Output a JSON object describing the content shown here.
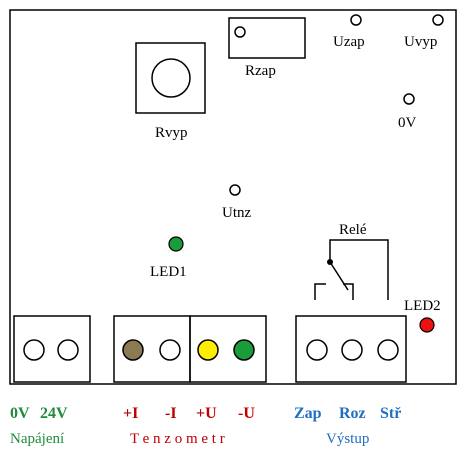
{
  "labels": {
    "rzap": "Rzap",
    "uzap": "Uzap",
    "uvyp": "Uvyp",
    "rvyp": "Rvyp",
    "zero_v": "0V",
    "utnz": "Utnz",
    "led1": "LED1",
    "rele": "Relé",
    "led2": "LED2"
  },
  "terminals": {
    "zero_v": "0V",
    "v24": "24V",
    "plus_i": "+I",
    "minus_i": "-I",
    "plus_u": "+U",
    "minus_u": "-U",
    "zap": "Zap",
    "roz": "Roz",
    "str": "Stř"
  },
  "groups": {
    "napajeni": "Napájení",
    "tenzometr": "T e n z o m e t r",
    "vystup": "Výstup"
  },
  "colors": {
    "power_terms": "#1e8c3a",
    "tenzo_terms": "#c00000",
    "output_terms": "#1f6fc0",
    "led1": "#1a9c3a",
    "led2": "#ee1111",
    "terminal_olive": "#8c7a52",
    "terminal_yellow": "#ffee00",
    "terminal_green": "#1a9c3a"
  }
}
